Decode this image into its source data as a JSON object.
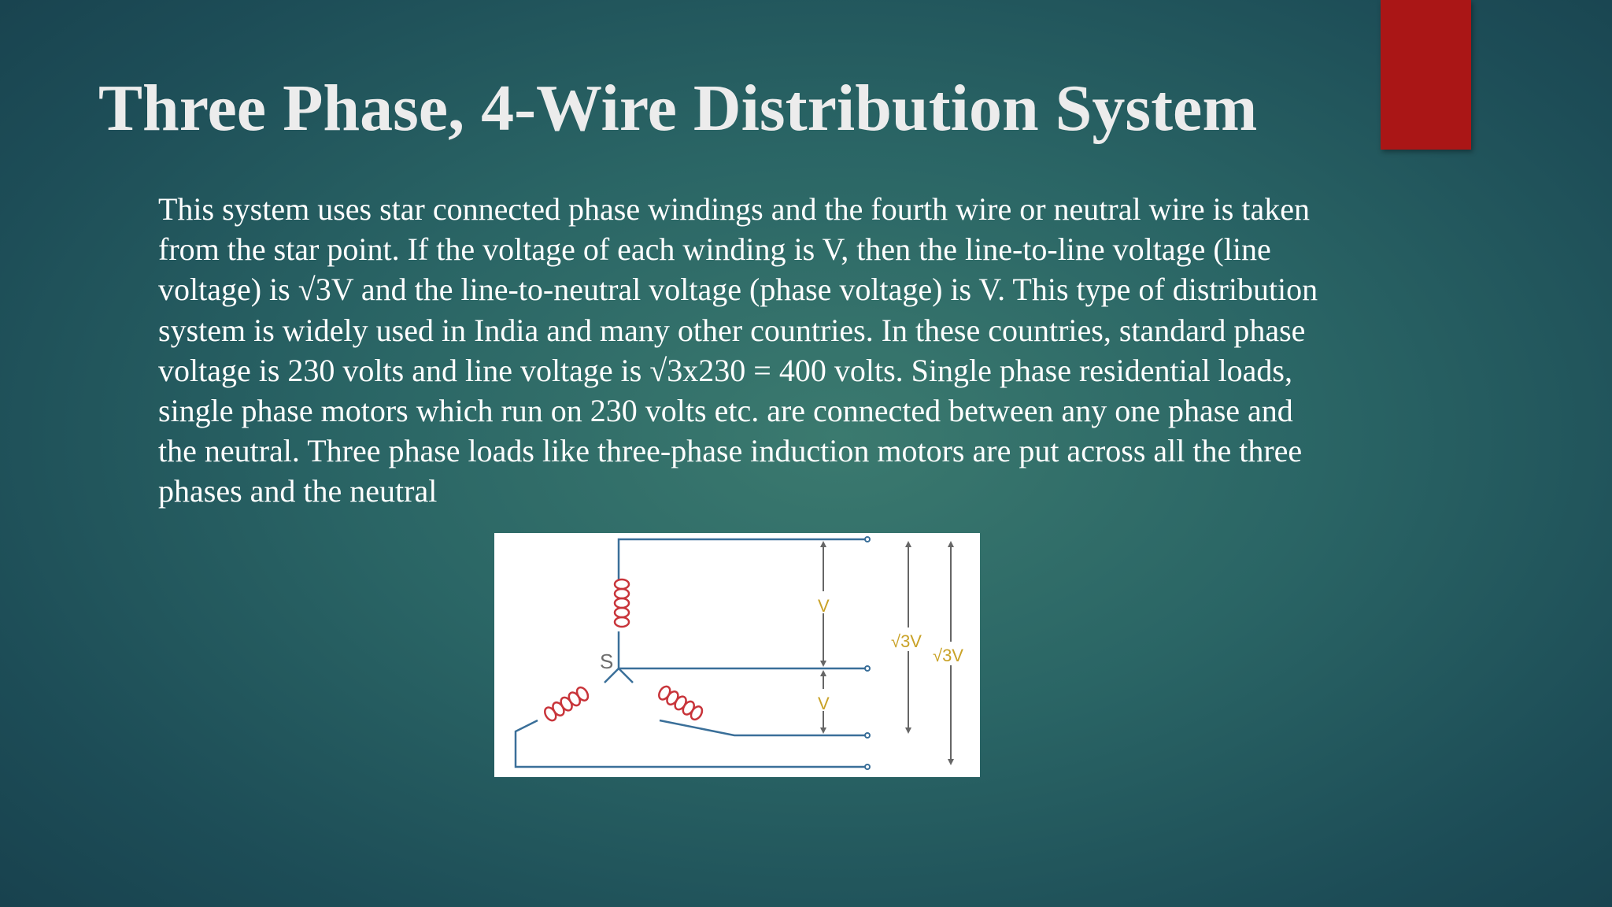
{
  "slide": {
    "title": "Three Phase, 4-Wire Distribution System",
    "body": "This system uses star connected phase windings and the fourth wire or neutral wire is taken from the star point. If the voltage of each winding is V, then the line-to-line voltage (line voltage) is √3V and the line-to-neutral voltage (phase voltage) is V. This type of distribution system is widely used in India and many other countries. In these countries, standard phase voltage is 230 volts and line voltage is √3x230 = 400 volts. Single phase residential loads, single phase motors which run on 230 volts etc. are connected between any one phase and the neutral. Three phase loads like three-phase induction motors are put across all the three phases and the neutral"
  },
  "diagram": {
    "star_point_label": "S",
    "phase_voltage_label_1": "V",
    "phase_voltage_label_2": "V",
    "line_voltage_label_1": "√3V",
    "line_voltage_label_2": "√3V"
  },
  "colors": {
    "accent": "#aa1616",
    "wire": "#3a6f99",
    "coil": "#c8343a",
    "label": "#c9a227",
    "arrow": "#666666"
  }
}
